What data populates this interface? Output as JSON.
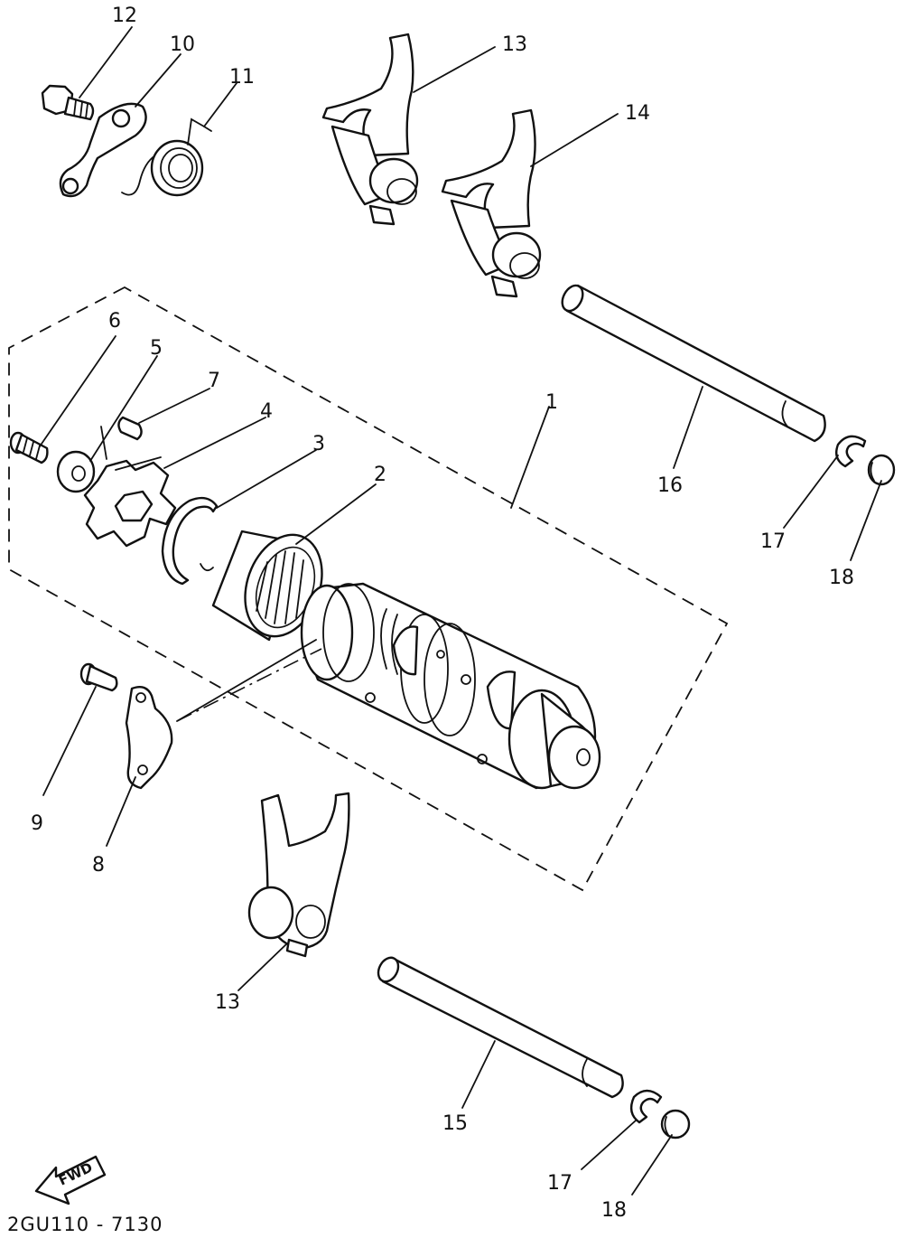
{
  "diagram": {
    "drawing_code": "2GU110 - 7130",
    "direction_label": "FWD",
    "callouts": {
      "c1": "1",
      "c2": "2",
      "c3": "3",
      "c4": "4",
      "c5": "5",
      "c6": "6",
      "c7": "7",
      "c8": "8",
      "c9": "9",
      "c10": "10",
      "c11": "11",
      "c12": "12",
      "c13a": "13",
      "c13b": "13",
      "c14": "14",
      "c15": "15",
      "c16": "16",
      "c17a": "17",
      "c17b": "17",
      "c18a": "18",
      "c18b": "18"
    }
  }
}
